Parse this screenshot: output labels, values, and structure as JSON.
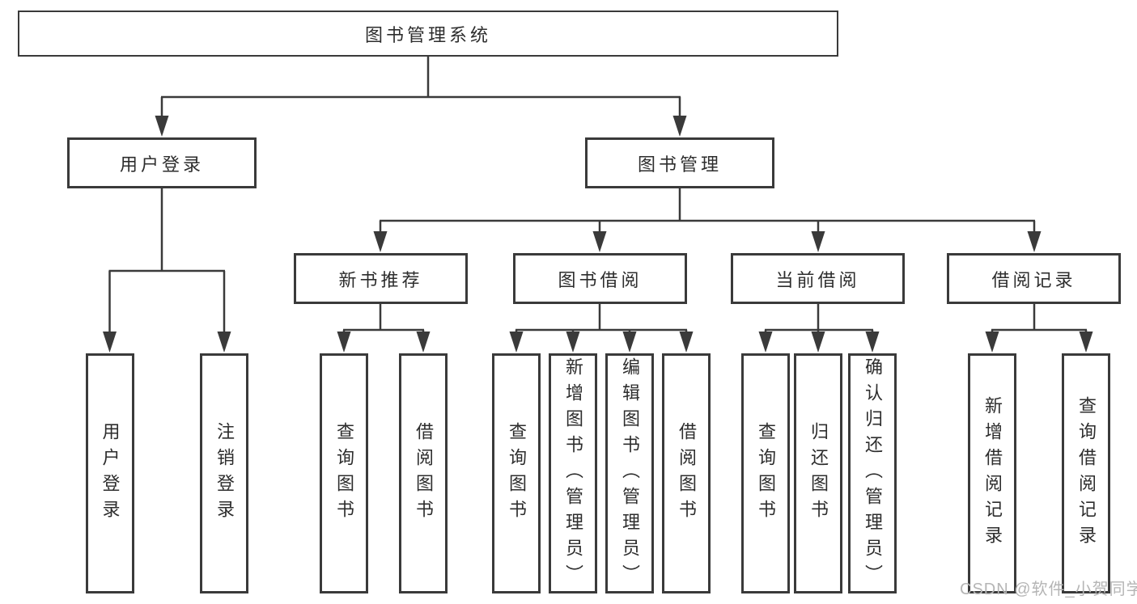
{
  "diagram": {
    "root": {
      "label": "图书管理系统"
    },
    "branches": [
      {
        "label": "用户登录",
        "children": [
          {
            "label": "用户登录"
          },
          {
            "label": "注销登录"
          }
        ]
      },
      {
        "label": "图书管理",
        "children": [
          {
            "label": "新书推荐",
            "children": [
              {
                "label": "查询图书"
              },
              {
                "label": "借阅图书"
              }
            ]
          },
          {
            "label": "图书借阅",
            "children": [
              {
                "label": "查询图书"
              },
              {
                "label": "新增图书（管理员）"
              },
              {
                "label": "编辑图书（管理员）"
              },
              {
                "label": "借阅图书"
              }
            ]
          },
          {
            "label": "当前借阅",
            "children": [
              {
                "label": "查询图书"
              },
              {
                "label": "归还图书"
              },
              {
                "label": "确认归还（管理员）"
              }
            ]
          },
          {
            "label": "借阅记录",
            "children": [
              {
                "label": "新增借阅记录"
              },
              {
                "label": "查询借阅记录"
              }
            ]
          }
        ]
      }
    ]
  },
  "watermark": {
    "text": "CSDN @软件_小贺同学"
  },
  "colors": {
    "line": "#3a3a3a",
    "box_border": "#3a3a3a",
    "text": "#2d2d2d",
    "watermark": "#b5b5b5",
    "background": "#ffffff"
  }
}
